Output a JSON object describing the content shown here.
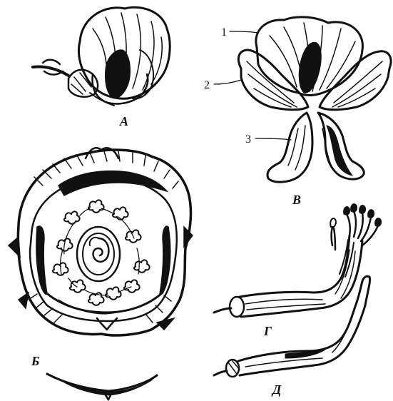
{
  "panels": {
    "a": {
      "label": "А"
    },
    "b": {
      "label": "Б"
    },
    "v": {
      "label": "В"
    },
    "g": {
      "label": "Г"
    },
    "d": {
      "label": "Д"
    }
  },
  "callouts": {
    "c1": "1",
    "c2": "2",
    "c3": "3"
  }
}
